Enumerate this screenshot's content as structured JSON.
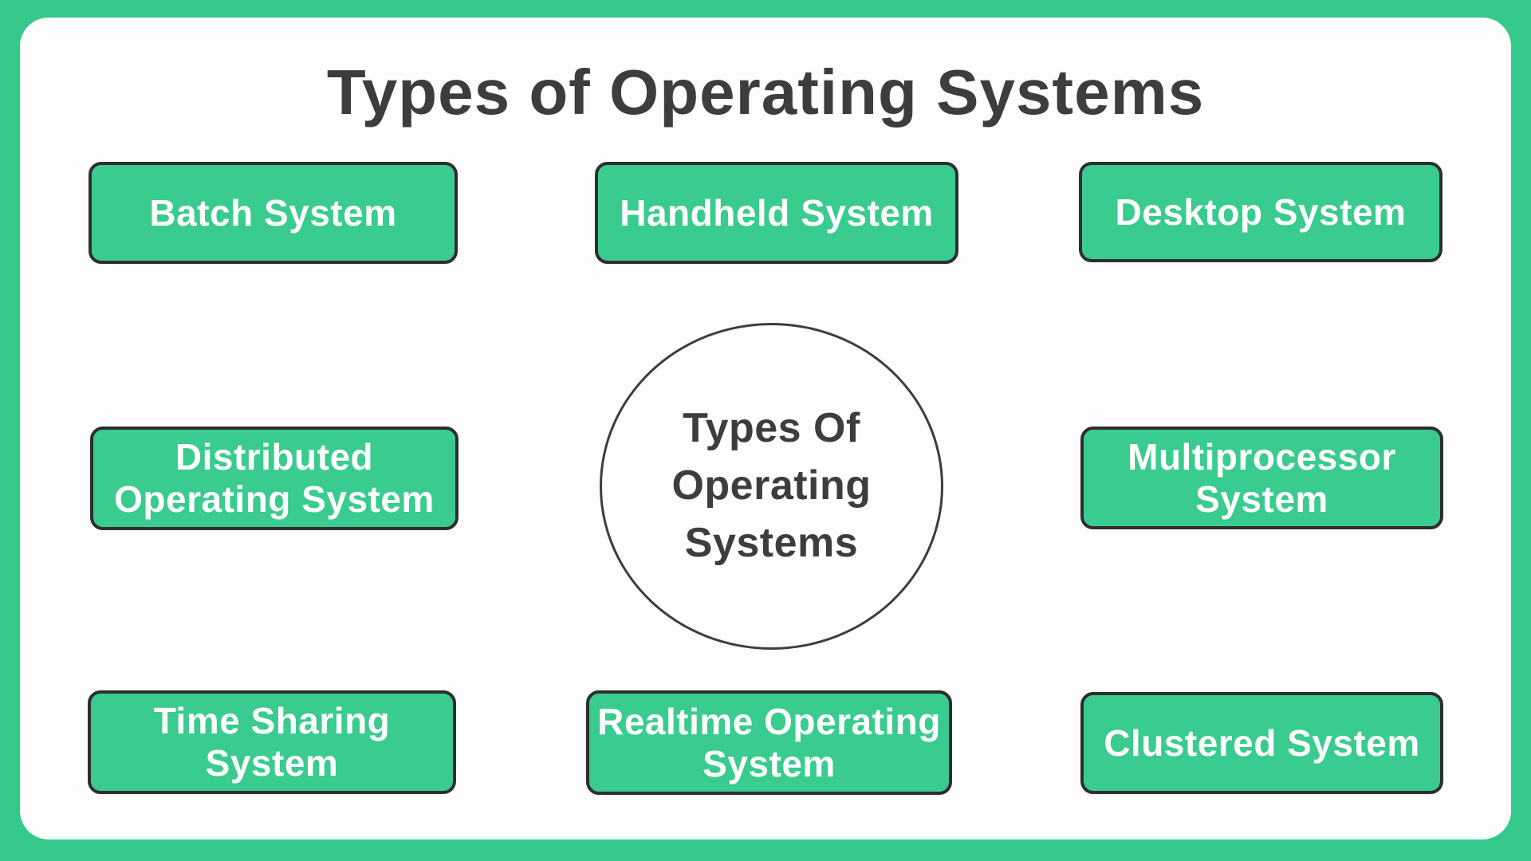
{
  "diagram": {
    "title": "Types of Operating Systems",
    "center": {
      "label": "Types Of\nOperating\nSystems"
    },
    "nodes": [
      {
        "id": "batch-system",
        "label": "Batch System"
      },
      {
        "id": "handheld-system",
        "label": "Handheld System"
      },
      {
        "id": "desktop-system",
        "label": "Desktop System"
      },
      {
        "id": "distributed-operating-system",
        "label": "Distributed\nOperating System"
      },
      {
        "id": "multiprocessor-system",
        "label": "Multiprocessor\nSystem"
      },
      {
        "id": "time-sharing-system",
        "label": "Time Sharing\nSystem"
      },
      {
        "id": "realtime-operating-system",
        "label": "Realtime Operating\nSystem"
      },
      {
        "id": "clustered-system",
        "label": "Clustered System"
      }
    ],
    "colors": {
      "frame_green": "#34c98b",
      "node_green": "#3acb8e",
      "node_border": "#2e2e2e",
      "panel_white": "#fdfdfd",
      "text_dark": "#3d3d3d",
      "node_text": "#ffffff"
    }
  }
}
